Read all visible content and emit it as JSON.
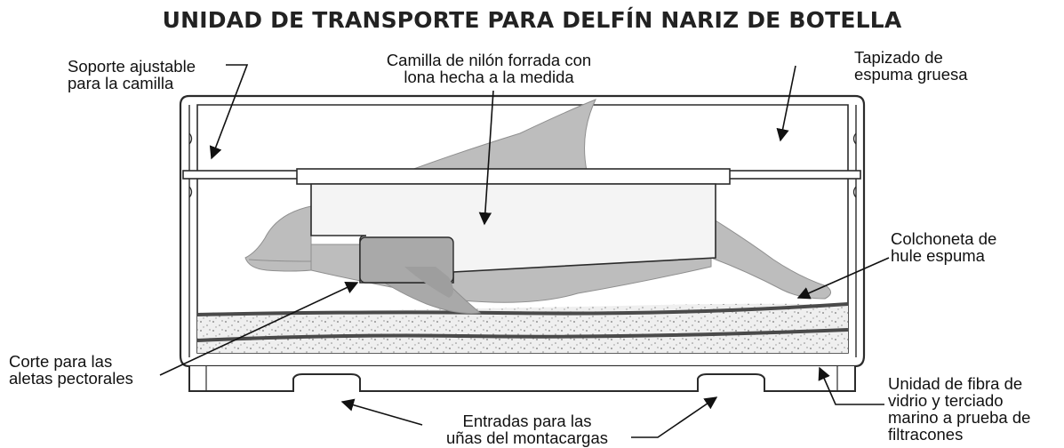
{
  "title": "UNIDAD DE TRANSPORTE PARA DELFÍN NARIZ DE BOTELLA",
  "labels": {
    "soporte": [
      "Soporte ajustable",
      "para la camilla"
    ],
    "camilla": [
      "Camilla de nilón forrada con",
      "lona hecha a la medida"
    ],
    "tapizado": [
      "Tapizado de",
      "espuma gruesa"
    ],
    "colchoneta": [
      "Colchoneta de",
      "hule espuma"
    ],
    "corte": [
      "Corte para las",
      "aletas pectorales"
    ],
    "entradas": [
      "Entradas para las",
      "uñas del montacargas"
    ],
    "unidad": [
      "Unidad de fibra de",
      "vidrio y terciado",
      "marino a prueba de",
      "filtracones"
    ]
  },
  "colors": {
    "outline": "#2b2b2b",
    "dolphin": "#bdbdbd",
    "dolphin_dark": "#9e9e9e",
    "stretcher": "#f4f4f4",
    "foam_band": "#555555",
    "foam_fill": "#ececec"
  }
}
